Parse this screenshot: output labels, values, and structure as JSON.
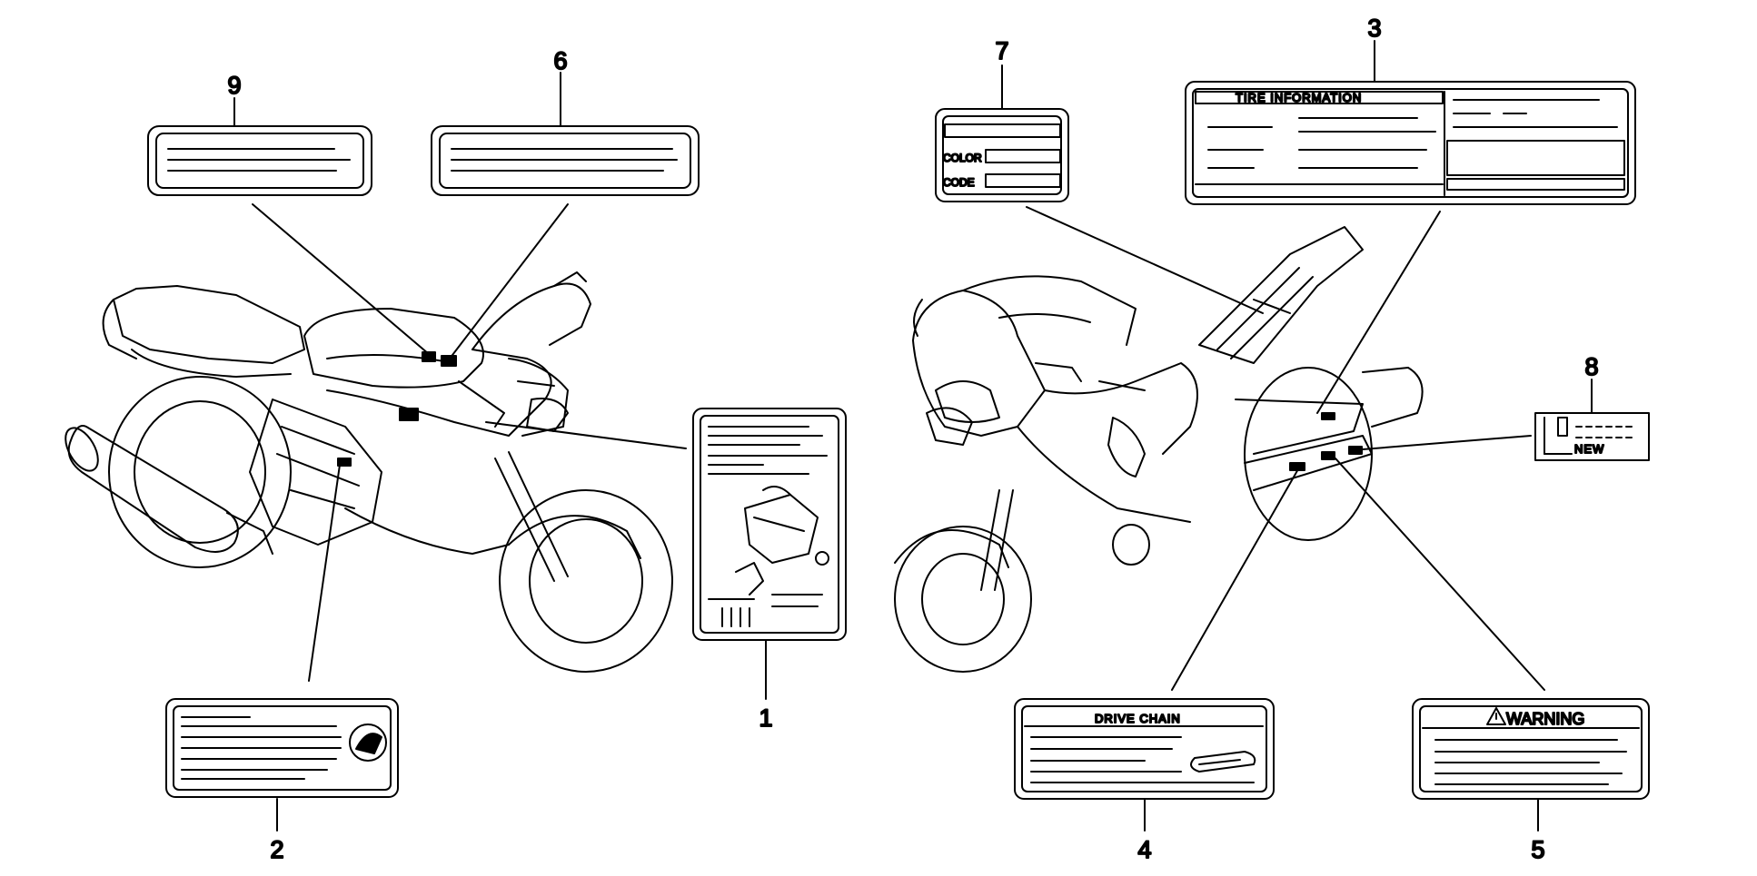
{
  "callouts": [
    "1",
    "2",
    "3",
    "4",
    "5",
    "6",
    "7",
    "8",
    "9"
  ],
  "labels": {
    "tire_information": "TIRE INFORMATION",
    "color": "COLOR",
    "code": "CODE",
    "new": "NEW",
    "drive_chain": "DRIVE CHAIN",
    "warning": "WARNING"
  },
  "colors": {
    "ink": "#000000",
    "paper": "#ffffff"
  }
}
